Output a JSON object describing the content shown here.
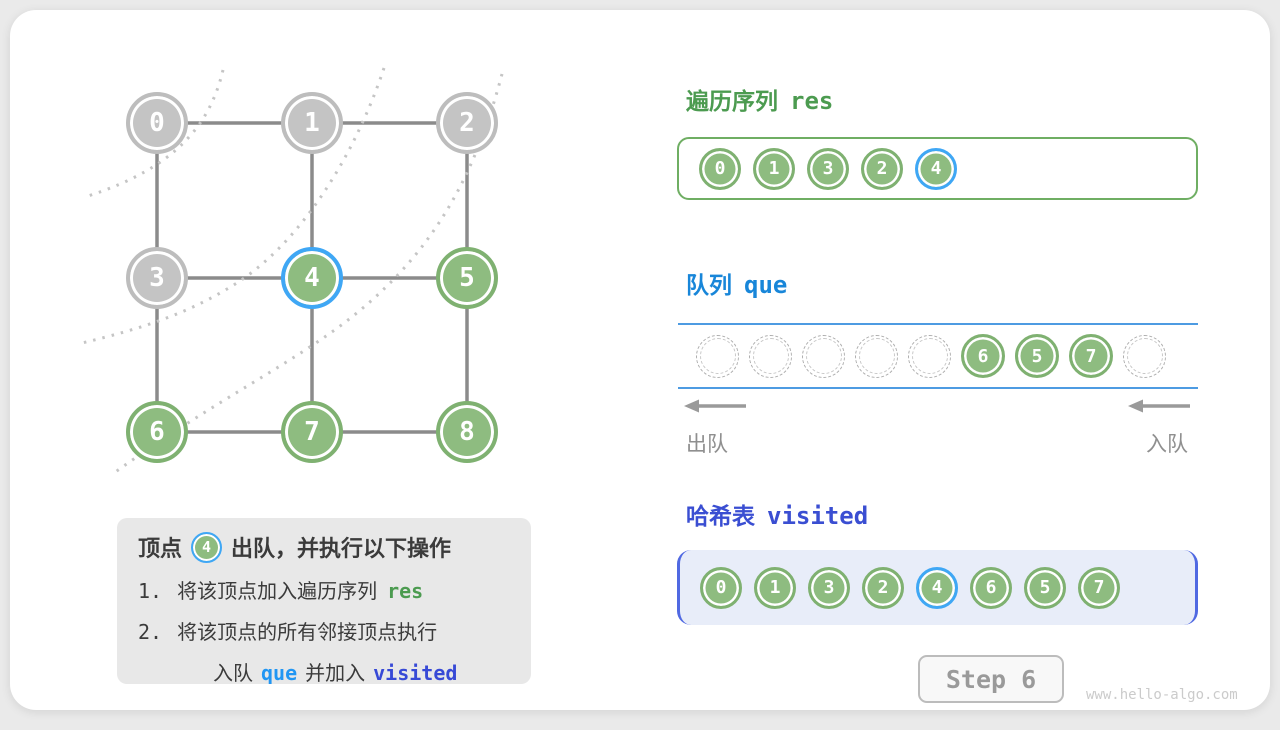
{
  "figure": {
    "description": "BFS graph traversal step diagram"
  },
  "graph": {
    "nodes": [
      {
        "value": "0",
        "state": "gray"
      },
      {
        "value": "1",
        "state": "gray"
      },
      {
        "value": "2",
        "state": "gray"
      },
      {
        "value": "3",
        "state": "gray"
      },
      {
        "value": "4",
        "state": "current"
      },
      {
        "value": "5",
        "state": "green"
      },
      {
        "value": "6",
        "state": "green"
      },
      {
        "value": "7",
        "state": "green"
      },
      {
        "value": "8",
        "state": "green"
      }
    ]
  },
  "info_box": {
    "title_prefix": "顶点",
    "badge_value": "4",
    "title_suffix": "出队，并执行以下操作",
    "steps": [
      {
        "num": "1.",
        "text": "将该顶点加入遍历序列",
        "code": "res"
      },
      {
        "num": "2.",
        "text": "将该顶点的所有邻接顶点执行"
      }
    ],
    "step2_cont": {
      "text1": "入队",
      "code1": "que",
      "text2": "并加入",
      "code2": "visited"
    }
  },
  "res_section": {
    "title_zh": "遍历序列",
    "title_code": "res",
    "items": [
      "0",
      "1",
      "3",
      "2",
      "4"
    ],
    "highlight_value": "4"
  },
  "queue_section": {
    "title_zh": "队列",
    "title_code": "que",
    "cells": [
      "",
      "",
      "",
      "",
      "",
      "6",
      "5",
      "7",
      ""
    ],
    "dequeue_label": "出队",
    "enqueue_label": "入队"
  },
  "visited_section": {
    "title_zh": "哈希表",
    "title_code": "visited",
    "items": [
      "0",
      "1",
      "3",
      "2",
      "4",
      "6",
      "5",
      "7"
    ],
    "highlight_value": "4"
  },
  "footer": {
    "step_label": "Step 6",
    "watermark": "www.hello-algo.com"
  },
  "colors": {
    "green_fill": "#8ebc80",
    "green_ring": "#7fb171",
    "gray_fill": "#c4c4c4",
    "highlight_blue": "#3fa7f5",
    "res_green": "#4c9b50",
    "que_blue": "#1886d9",
    "visited_indigo": "#3a4ed2",
    "code_que_blue": "#2196f3",
    "code_visited_indigo": "#3749d6",
    "edge_gray": "#8b8b8b",
    "queue_line_blue": "#4d9be2"
  }
}
